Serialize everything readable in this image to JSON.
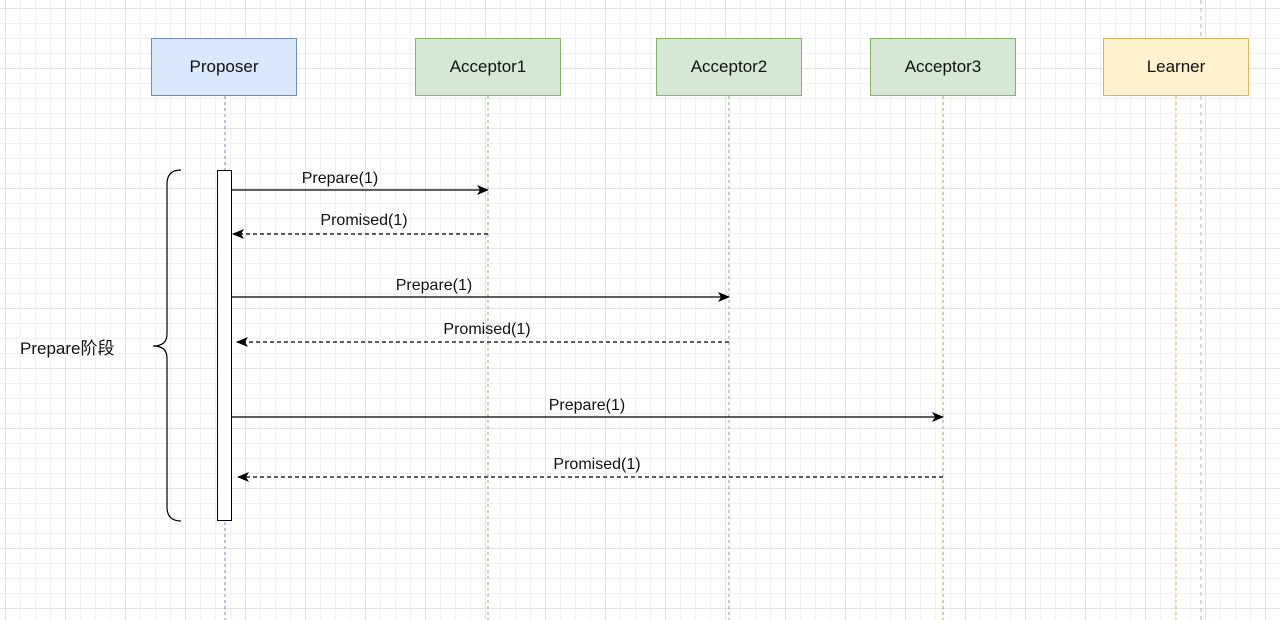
{
  "participants": [
    {
      "name": "Proposer",
      "fill": "#dae8fc",
      "stroke": "#6c8ebf"
    },
    {
      "name": "Acceptor1",
      "fill": "#d5e8d4",
      "stroke": "#82b366"
    },
    {
      "name": "Acceptor2",
      "fill": "#d5e8d4",
      "stroke": "#82b366"
    },
    {
      "name": "Acceptor3",
      "fill": "#d5e8d4",
      "stroke": "#82b366"
    },
    {
      "name": "Learner",
      "fill": "#fff2cc",
      "stroke": "#d6b656"
    }
  ],
  "phase_label": "Prepare阶段",
  "messages": [
    {
      "label": "Prepare(1)",
      "from": "Proposer",
      "to": "Acceptor1",
      "style": "solid"
    },
    {
      "label": "Promised(1)",
      "from": "Acceptor1",
      "to": "Proposer",
      "style": "dashed"
    },
    {
      "label": "Prepare(1)",
      "from": "Proposer",
      "to": "Acceptor2",
      "style": "solid"
    },
    {
      "label": "Promised(1)",
      "from": "Acceptor2",
      "to": "Proposer",
      "style": "dashed"
    },
    {
      "label": "Prepare(1)",
      "from": "Proposer",
      "to": "Acceptor3",
      "style": "solid"
    },
    {
      "label": "Promised(1)",
      "from": "Acceptor3",
      "to": "Proposer",
      "style": "dashed"
    }
  ]
}
